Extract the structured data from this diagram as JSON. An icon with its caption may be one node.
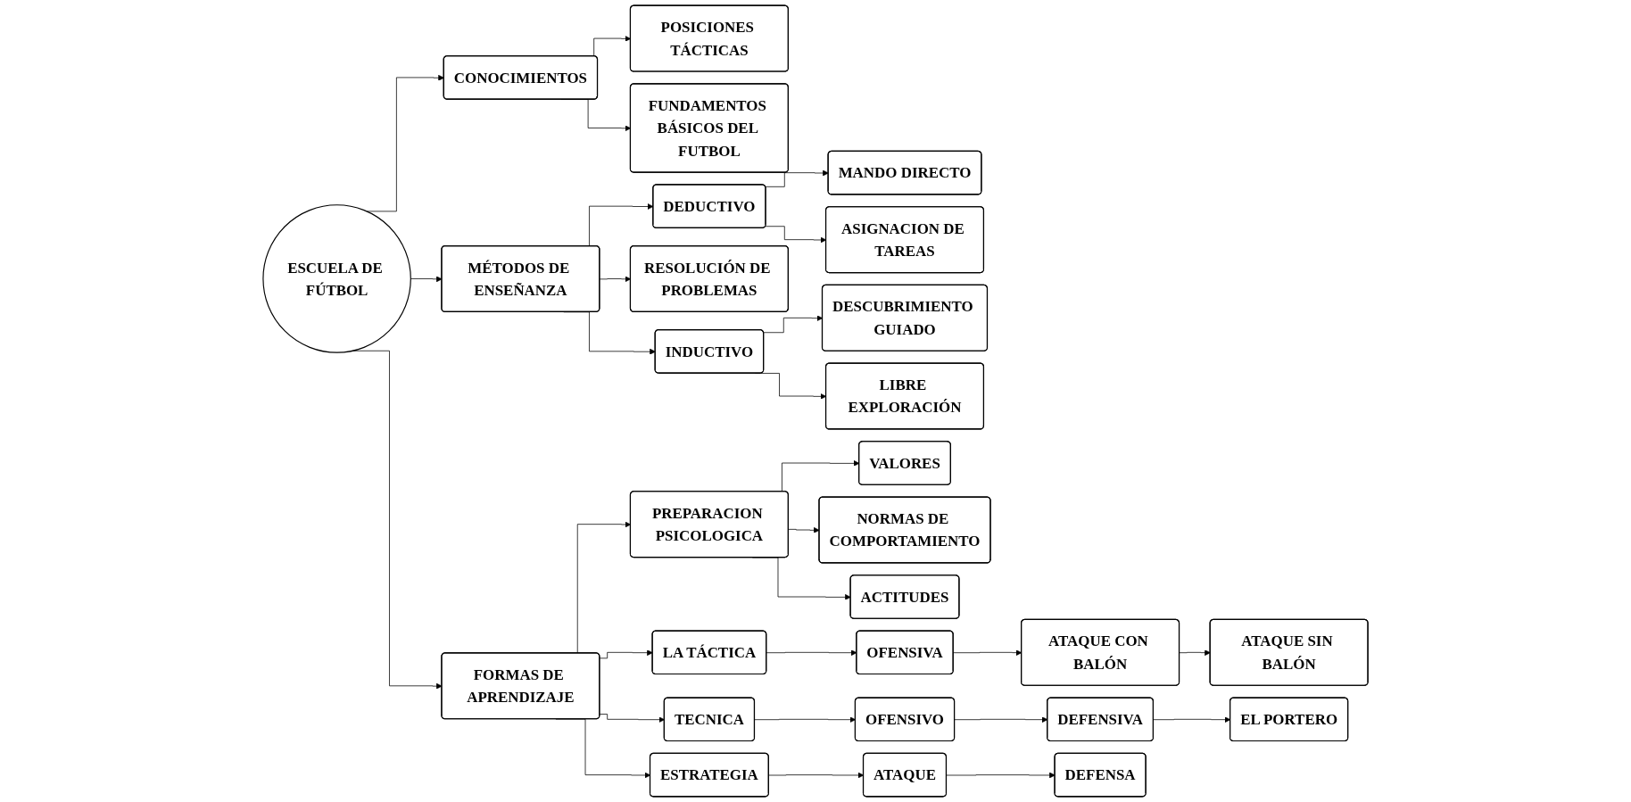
{
  "diagram": {
    "nodes": [
      {
        "text": [
          "ESCUELA DE FÚTBOL"
        ]
      },
      {
        "text": [
          "CONOCIMIENTOS"
        ]
      },
      {
        "text": [
          "POSICIONES TÁCTICAS"
        ]
      },
      {
        "text": [
          "FUNDAMENTOS BÁSICOS DEL FUTBOL"
        ]
      },
      {
        "text": [
          "MÉTODOS DE ENSEÑANZA"
        ]
      },
      {
        "text": [
          "DEDUCTIVO"
        ]
      },
      {
        "text": [
          "MANDO DIRECTO"
        ]
      },
      {
        "text": [
          "ASIGNACION DE TAREAS"
        ]
      },
      {
        "text": [
          "RESOLUCIÓN DE PROBLEMAS"
        ]
      },
      {
        "text": [
          "INDUCTIVO"
        ]
      },
      {
        "text": [
          "DESCUBRIMIENTO GUIADO"
        ]
      },
      {
        "text": [
          "LIBRE EXPLORACIÓN"
        ]
      },
      {
        "text": [
          "FORMAS DE APRENDIZAJE"
        ]
      },
      {
        "text": [
          "PREPARACION PSICOLOGICA"
        ]
      },
      {
        "text": [
          "VALORES"
        ]
      },
      {
        "text": [
          "NORMAS DE COMPORTAMIENTO"
        ]
      },
      {
        "text": [
          "ACTITUDES"
        ]
      },
      {
        "text": [
          "LA TÁCTICA"
        ]
      },
      {
        "text": [
          "OFENSIVA"
        ]
      },
      {
        "text": [
          "ATAQUE CON BALÓN"
        ]
      },
      {
        "text": [
          "ATAQUE SIN BALÓN"
        ]
      },
      {
        "text": [
          "TECNICA"
        ]
      },
      {
        "text": [
          "OFENSIVO"
        ]
      },
      {
        "text": [
          "DEFENSIVA"
        ]
      },
      {
        "text": [
          "EL PORTERO"
        ]
      },
      {
        "text": [
          "ESTRATEGIA"
        ]
      },
      {
        "text": [
          "ATAQUE"
        ]
      },
      {
        "text": [
          "DEFENSA"
        ]
      }
    ],
    "edges": [
      {
        "from": 0,
        "to": 1,
        "arrow": "to"
      },
      {
        "from": 1,
        "to": 2,
        "arrow": "to"
      },
      {
        "from": 1,
        "to": 3,
        "arrow": "to"
      },
      {
        "from": 0,
        "to": 4,
        "arrow": "to"
      },
      {
        "from": 4,
        "to": 5,
        "arrow": "to"
      },
      {
        "from": 5,
        "to": 6,
        "arrow": "to"
      },
      {
        "from": 5,
        "to": 7,
        "arrow": "to"
      },
      {
        "from": 4,
        "to": 8,
        "arrow": "to"
      },
      {
        "from": 4,
        "to": 9,
        "arrow": "to"
      },
      {
        "from": 9,
        "to": 10,
        "arrow": "to"
      },
      {
        "from": 9,
        "to": 11,
        "arrow": "to"
      },
      {
        "from": 0,
        "to": 12,
        "arrow": "to"
      },
      {
        "from": 12,
        "to": 13,
        "arrow": "to"
      },
      {
        "from": 13,
        "to": 14,
        "arrow": "to"
      },
      {
        "from": 13,
        "to": 15,
        "arrow": "to"
      },
      {
        "from": 13,
        "to": 16,
        "arrow": "to"
      },
      {
        "from": 12,
        "to": 17,
        "arrow": "to"
      },
      {
        "from": 12,
        "to": 21,
        "arrow": "to"
      },
      {
        "from": 12,
        "to": 25,
        "arrow": "to"
      },
      {
        "from": 17,
        "to": 18,
        "arrow": "to"
      },
      {
        "from": 18,
        "to": 19,
        "arrow": "to"
      },
      {
        "from": 19,
        "to": 20,
        "arrow": "to"
      },
      {
        "from": 21,
        "to": 22,
        "arrow": "to"
      },
      {
        "from": 22,
        "to": 23,
        "arrow": "to"
      },
      {
        "from": 23,
        "to": 24,
        "arrow": "to"
      },
      {
        "from": 25,
        "to": 26,
        "arrow": "to"
      },
      {
        "from": 26,
        "to": 27,
        "arrow": "to"
      }
    ]
  }
}
